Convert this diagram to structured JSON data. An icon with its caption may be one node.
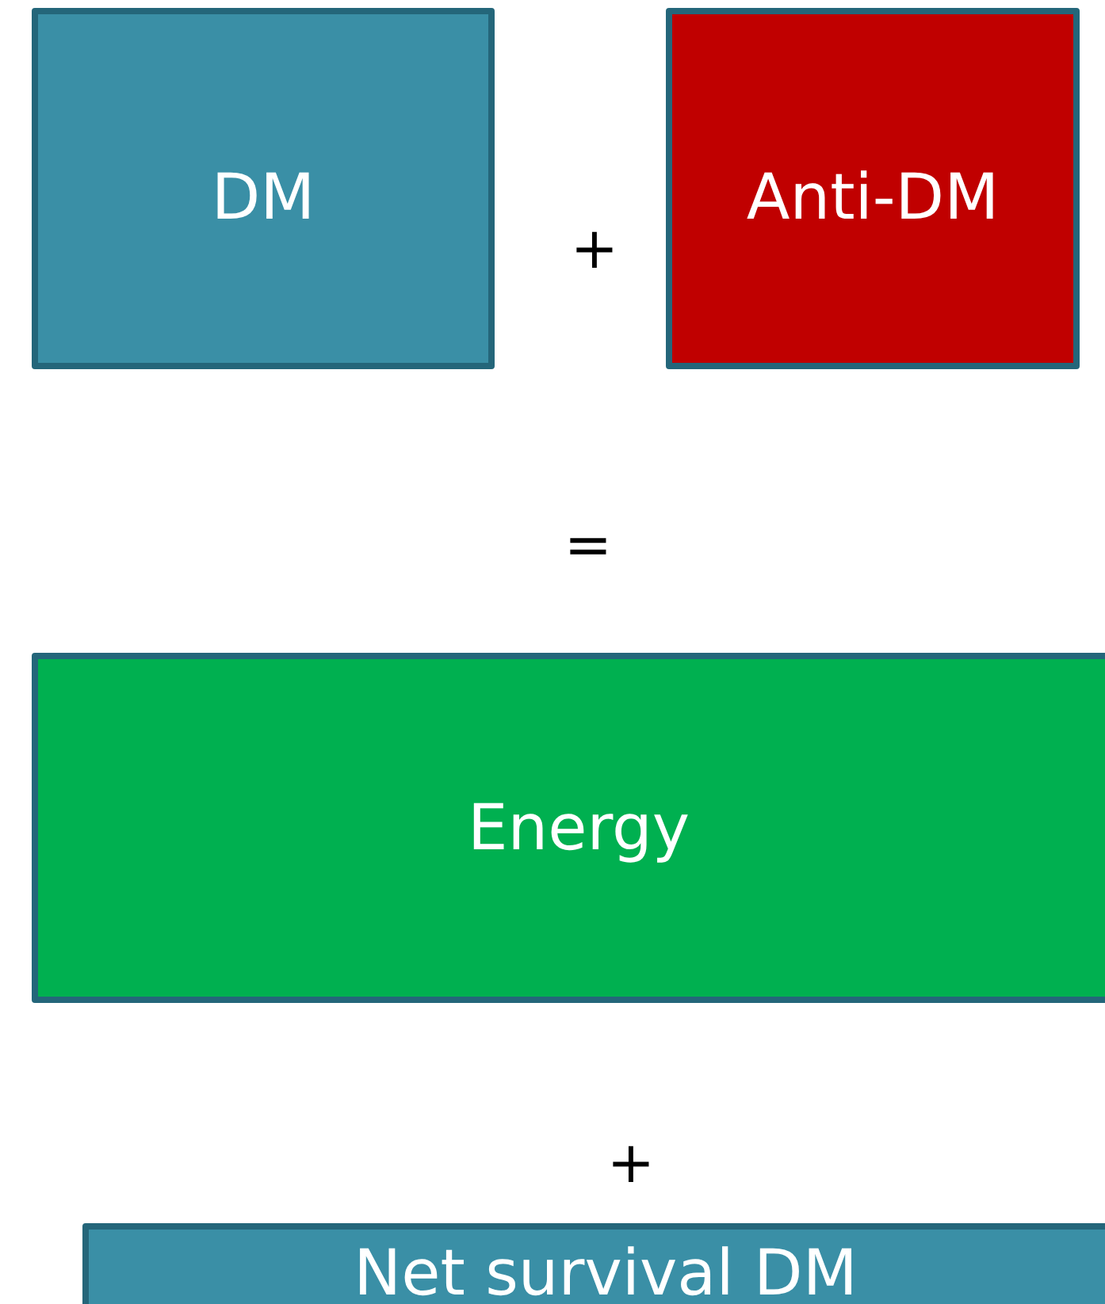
{
  "diagram": {
    "nodes": [
      {
        "text": [
          "DM"
        ]
      },
      {
        "text": [
          "Anti-DM"
        ]
      },
      {
        "text": [
          "Energy"
        ]
      },
      {
        "text": [
          "Net survival DM"
        ]
      }
    ],
    "labels": [
      "+",
      "=",
      "+"
    ]
  }
}
